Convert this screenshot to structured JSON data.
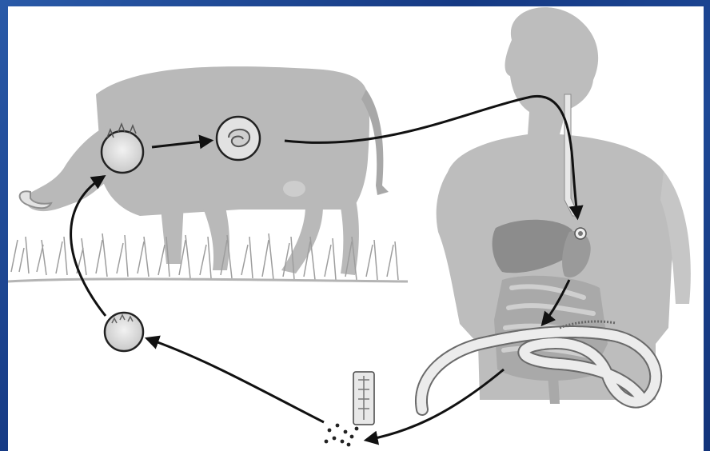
{
  "diagram": {
    "type": "life-cycle",
    "nodes": [
      "cattle",
      "cysticercus-in-cattle-muscle",
      "human",
      "scolex-attached-in-intestine",
      "adult-tapeworm",
      "gravid-proglottid",
      "eggs-in-feces",
      "embryonated-egg"
    ],
    "edges": [
      [
        "eggs-in-feces",
        "embryonated-egg"
      ],
      [
        "embryonated-egg",
        "cattle"
      ],
      [
        "cattle",
        "cysticercus-in-cattle-muscle"
      ],
      [
        "cysticercus-in-cattle-muscle",
        "human"
      ],
      [
        "human",
        "scolex-attached-in-intestine"
      ],
      [
        "scolex-attached-in-intestine",
        "adult-tapeworm"
      ],
      [
        "adult-tapeworm",
        "eggs-in-feces"
      ]
    ]
  },
  "colors": {
    "background": "#1a3f8a",
    "panel": "#ffffff",
    "silhouette": "#b7b7b7",
    "organ": "#9c9c9c",
    "arrow": "#111111"
  }
}
